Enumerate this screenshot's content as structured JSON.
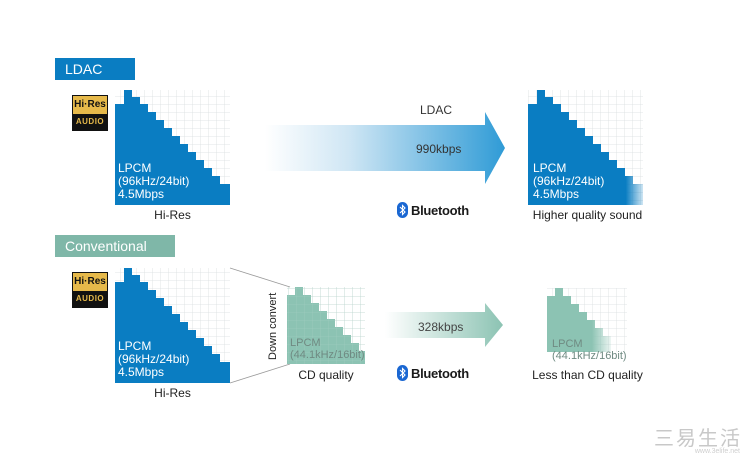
{
  "sections": {
    "ldac_label": "LDAC",
    "conventional_label": "Conventional"
  },
  "hires_badge": {
    "top": "Hi·Res",
    "bottom": "AUDIO"
  },
  "ldac_row": {
    "source_text": "LPCM\n(96kHz/24bit)\n4.5Mbps",
    "source_caption": "Hi-Res",
    "arrow_title": "LDAC",
    "arrow_rate": "990kbps",
    "bluetooth": "Bluetooth",
    "output_text": "LPCM\n(96kHz/24bit)\n4.5Mbps",
    "output_caption": "Higher quality sound"
  },
  "conventional_row": {
    "source_text": "LPCM\n(96kHz/24bit)\n4.5Mbps",
    "source_caption": "Hi-Res",
    "down_convert": "Down convert",
    "cd_text": "LPCM\n(44.1kHz/16bit)",
    "cd_caption": "CD quality",
    "arrow_rate": "328kbps",
    "bluetooth": "Bluetooth",
    "output_text": "LPCM\n(44.1kHz/16bit)",
    "output_caption": "Less than CD quality"
  },
  "watermark": {
    "main": "三易生活",
    "sub": "www.3elife.net"
  },
  "colors": {
    "ldac_label": "#0a7dc2",
    "conventional_label": "#7fb7a8",
    "hires_blue": "#0a7dc2",
    "cd_green": "#8cc3b3",
    "grid": "#d9dde0",
    "bluetooth": "#1a67d2"
  }
}
